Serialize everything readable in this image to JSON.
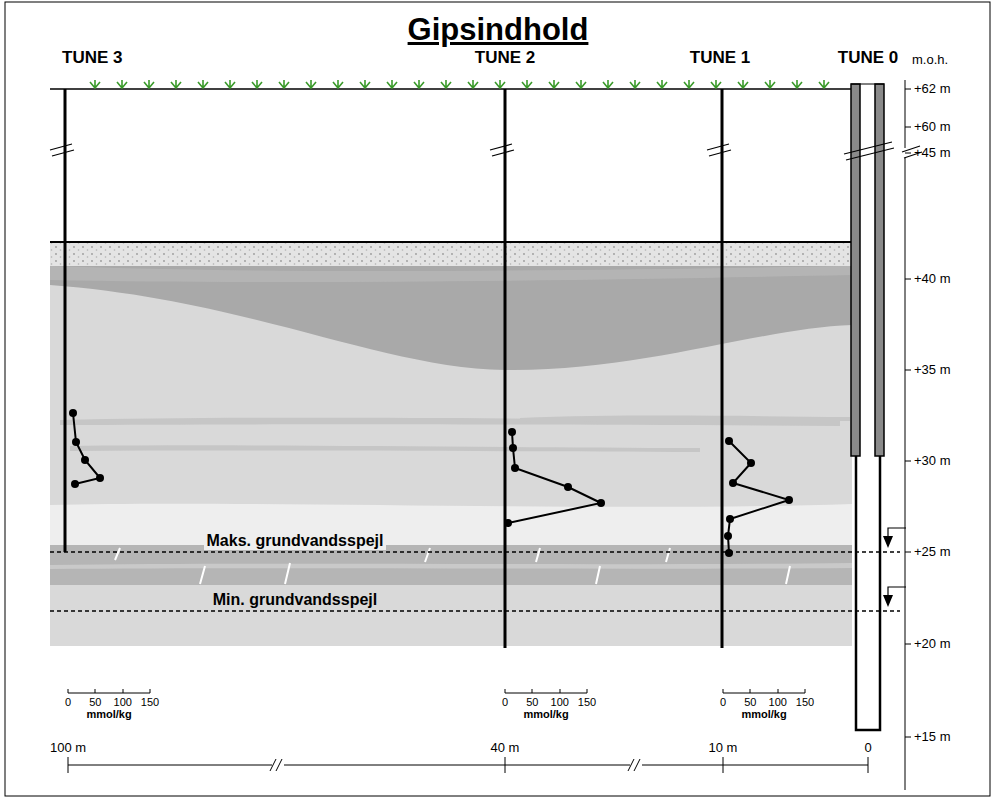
{
  "diagram": {
    "title": "Gipsindhold",
    "labels": [
      "TUNE 3",
      "TUNE 2",
      "TUNE 1",
      "TUNE 0",
      "m.o.h.",
      "+62 m",
      "+60 m",
      "+45 m",
      "+40 m",
      "+35 m",
      "+30 m",
      "+25 m",
      "+20 m",
      "+15 m",
      "Maks. grundvandsspejl",
      "Min. grundvandsspejl",
      "0",
      "50",
      "100",
      "150",
      "mmol/kg",
      "0",
      "50",
      "100",
      "150",
      "mmol/kg",
      "0",
      "50",
      "100",
      "150",
      "mmol/kg",
      "100 m",
      "40 m",
      "10 m",
      "0"
    ]
  }
}
